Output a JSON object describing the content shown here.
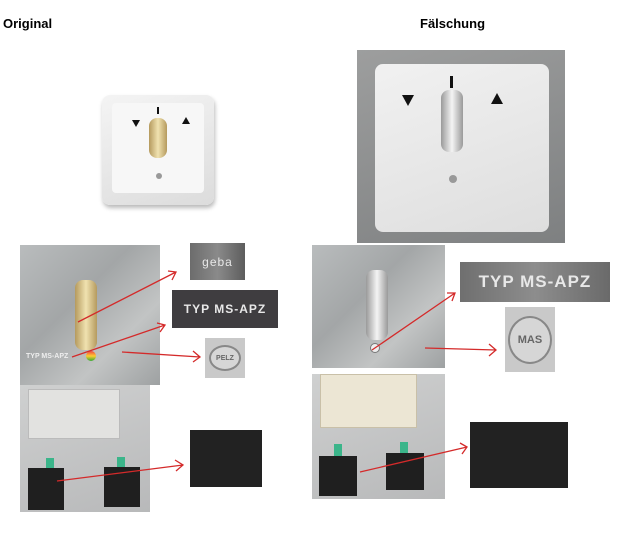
{
  "headers": {
    "original": "Original",
    "fake": "Fälschung"
  },
  "original_insets": {
    "brand": "geba",
    "type": "TYP MS-APZ",
    "stamp": "PELZ"
  },
  "fake_insets": {
    "type": "TYP MS-APZ",
    "stamp": "MAS"
  },
  "colors": {
    "arrow": "#d42a2a",
    "terminal": "#3bb58a"
  }
}
